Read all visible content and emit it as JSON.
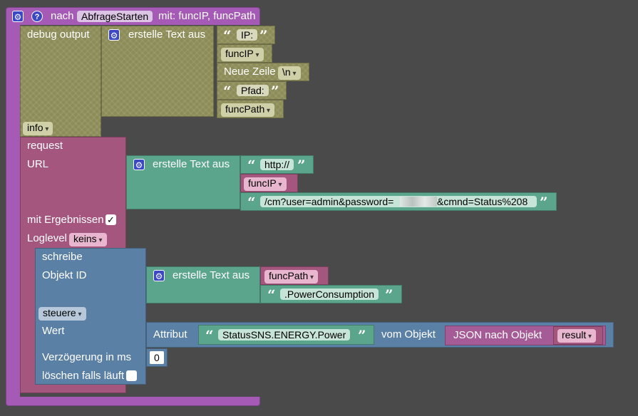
{
  "event": {
    "prefix": "nach",
    "name": "AbfrageStarten",
    "suffix": "mit: funcIP, funcPath"
  },
  "debug": {
    "label": "debug output",
    "text_block_label": "erstelle Text aus",
    "items": {
      "ip_literal": "IP:",
      "funcip": "funcIP",
      "newline_label": "Neue Zeile",
      "newline_value": "\\n",
      "path_literal": "Pfad:",
      "funcpath": "funcPath"
    },
    "level": "info"
  },
  "request": {
    "title": "request",
    "url_label": "URL",
    "text_block_label": "erstelle Text aus",
    "url_parts": {
      "http": "http://",
      "funcip": "funcIP",
      "path_before": "/cm?user=admin&password=",
      "path_after": "&cmnd=Status%208"
    },
    "with_results_label": "mit Ergebnissen",
    "with_results_checked": "✓",
    "loglevel_label": "Loglevel",
    "loglevel_value": "keins"
  },
  "write": {
    "title": "schreibe",
    "object_id_label": "Objekt ID",
    "text_block_label": "erstelle Text aus",
    "id_parts": {
      "funcpath": "funcPath",
      "suffix": ".PowerConsumption"
    },
    "mode": "steuere",
    "value_label": "Wert",
    "attribute_label": "Attribut",
    "attribute_value": "StatusSNS.ENERGY.Power",
    "from_object_label": "vom Objekt",
    "json_label": "JSON nach Objekt",
    "result_var": "result",
    "delay_label": "Verzögerung in ms",
    "delay_value": "0",
    "clear_label": "löschen falls läuft",
    "clear_checked": ""
  },
  "colors": {
    "event": "#a55bb5",
    "debug": "#8c8c58",
    "request": "#a5567e",
    "text": "#5ba58c",
    "write": "#5b80a5",
    "json": "#a55b95",
    "workspace": "#4a4a4a"
  }
}
